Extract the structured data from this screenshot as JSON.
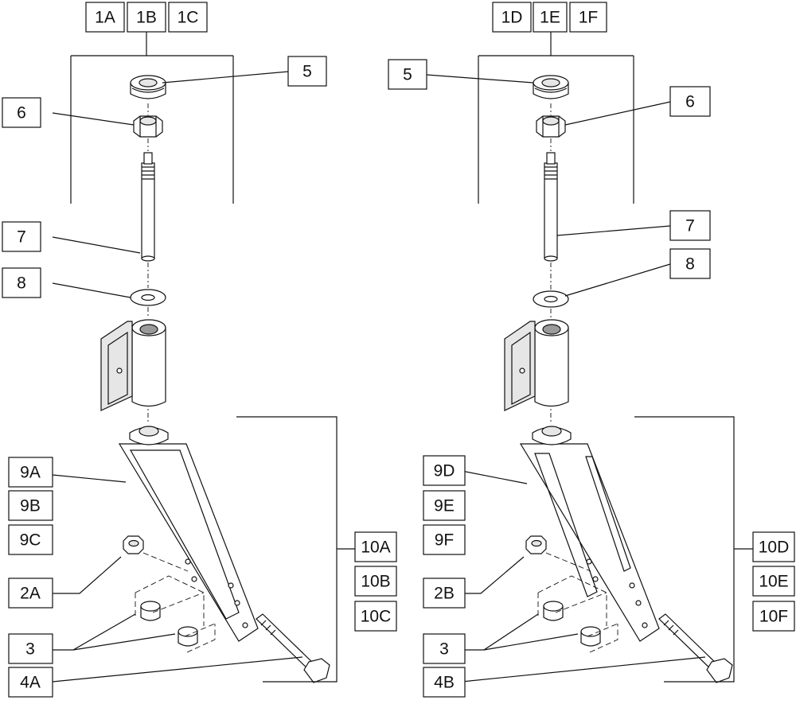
{
  "labels": {
    "l_1a": "1A",
    "l_1b": "1B",
    "l_1c": "1C",
    "l_5": "5",
    "l_6": "6",
    "l_7": "7",
    "l_8": "8",
    "l_9a": "9A",
    "l_9b": "9B",
    "l_9c": "9C",
    "l_2a": "2A",
    "l_3": "3",
    "l_4a": "4A",
    "l_10a": "10A",
    "l_10b": "10B",
    "l_10c": "10C",
    "r_1d": "1D",
    "r_1e": "1E",
    "r_1f": "1F",
    "r_5": "5",
    "r_6": "6",
    "r_7": "7",
    "r_8": "8",
    "r_9d": "9D",
    "r_9e": "9E",
    "r_9f": "9F",
    "r_2b": "2B",
    "r_3": "3",
    "r_4b": "4B",
    "r_10d": "10D",
    "r_10e": "10E",
    "r_10f": "10F"
  },
  "colors": {
    "line": "#111111",
    "part_fill": "#ffffff",
    "part_shade": "#e6e6e6",
    "part_dark": "#9a9a9a"
  }
}
